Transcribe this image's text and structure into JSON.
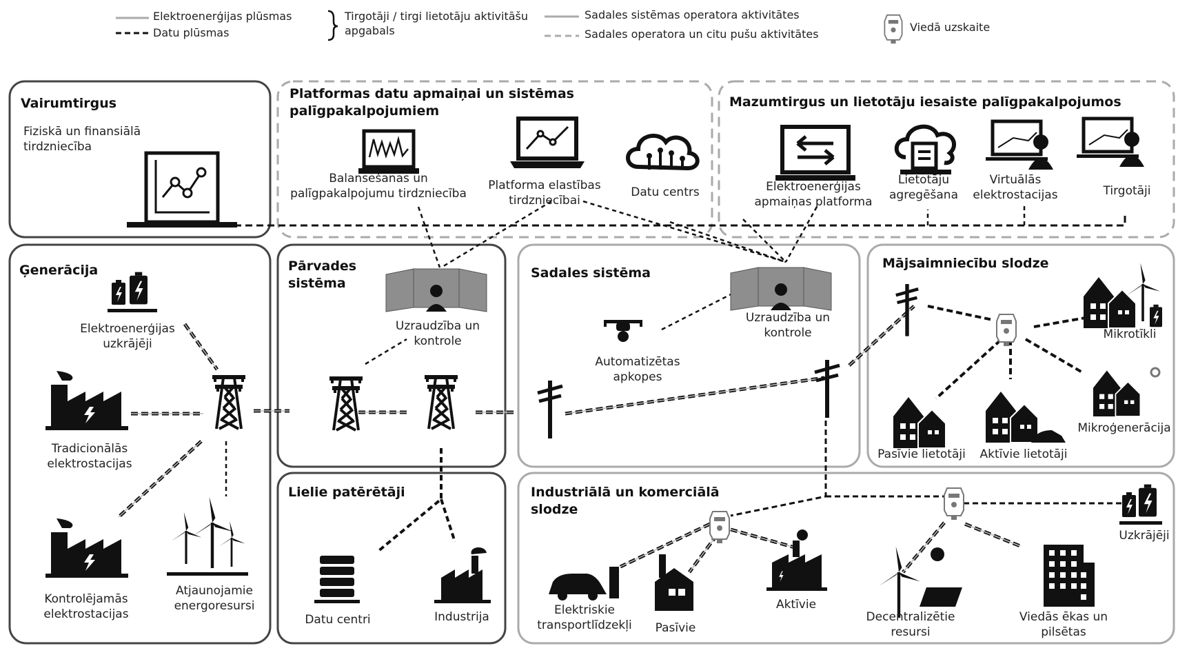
{
  "legend": {
    "power_flow": "Elektroenerģijas plūsmas",
    "data_flow": "Datu plūsmas",
    "trader_area": "Tirgotāji / tirgi lietotāju aktivitāšu apgabals",
    "dso_activities": "Sadales sistēmas operatora aktivitātes",
    "dso_other_activities": "Sadales operatora un citu pušu aktivitātes",
    "smart_meter": "Viedā uzskaite"
  },
  "wholesale": {
    "title": "Vairumtirgus",
    "subtitle": "Fiziskā un finansiālā tirdzniecība"
  },
  "platforms": {
    "title": "Platformas datu apmaiņai un sistēmas palīgpakalpojumiem",
    "balancing": "Balansēšanas un palīgpakalpojumu tirdzniecība",
    "flex_platform": "Platforma elastības tirdzniecībai",
    "data_center": "Datu centrs"
  },
  "retail": {
    "title": "Mazumtirgus un lietotāju iesaiste palīgpakalpojumos",
    "exchange": "Elektroenerģijas apmaiņas platforma",
    "aggregation": "Lietotāju agregēšana",
    "vpp": "Virtuālās elektrostacijas",
    "traders": "Tirgotāji"
  },
  "generation": {
    "title": "Ģenerācija",
    "storage": "Elektroenerģijas uzkrājēji",
    "traditional": "Tradicionālās elektrostacijas",
    "controllable": "Kontrolējamās elektrostacijas",
    "renewable": "Atjaunojamie energoresursi"
  },
  "transmission": {
    "title": "Pārvades sistēma",
    "monitoring": "Uzraudzība un kontrole"
  },
  "distribution": {
    "title": "Sadales sistēma",
    "monitoring": "Uzraudzība un kontrole",
    "maintenance": "Automatizētas apkopes"
  },
  "household": {
    "title": "Mājsaimniecību slodze",
    "microgrids": "Mikrotīkli",
    "passive": "Pasīvie lietotāji",
    "active": "Aktīvie lietotāji",
    "microgen": "Mikroģenerācija"
  },
  "large": {
    "title": "Lielie patērētāji",
    "datacenters": "Datu centri",
    "industry": "Industrija"
  },
  "industrial": {
    "title": "Industriālā un komerciālā slodze",
    "ev": "Elektriskie transportlīdzekļi",
    "passive": "Pasīvie",
    "active": "Aktīvie",
    "decentral": "Decentralizētie resursi",
    "smart_buildings": "Viedās ēkas un pilsētas",
    "storage": "Uzkrājēji"
  },
  "colors": {
    "ink": "#111111",
    "box": "#444444",
    "dso_line": "#aaaaaa",
    "screen": "#8e8e8e"
  }
}
